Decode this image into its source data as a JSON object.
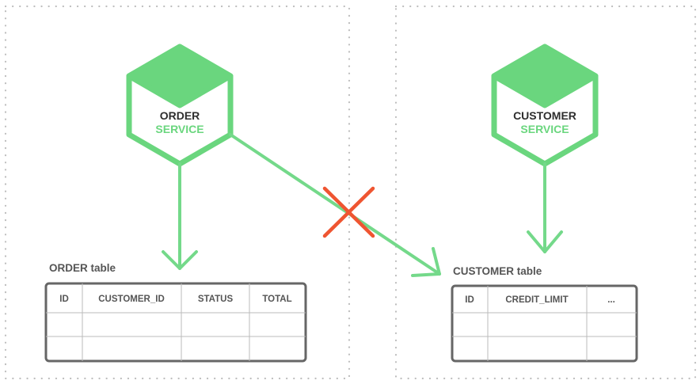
{
  "colors": {
    "service_green": "#6ad67e",
    "arrow_green": "#74d98a",
    "cross_red": "#ef5531",
    "border_gray": "#666666",
    "dot_gray": "#bdbdbd"
  },
  "order_service": {
    "line1": "ORDER",
    "line2": "SERVICE"
  },
  "customer_service": {
    "line1": "CUSTOMER",
    "line2": "SERVICE"
  },
  "order_table": {
    "caption": "ORDER table",
    "columns": [
      "ID",
      "CUSTOMER_ID",
      "STATUS",
      "TOTAL"
    ]
  },
  "customer_table": {
    "caption": "CUSTOMER table",
    "columns": [
      "ID",
      "CREDIT_LIMIT",
      "..."
    ]
  }
}
